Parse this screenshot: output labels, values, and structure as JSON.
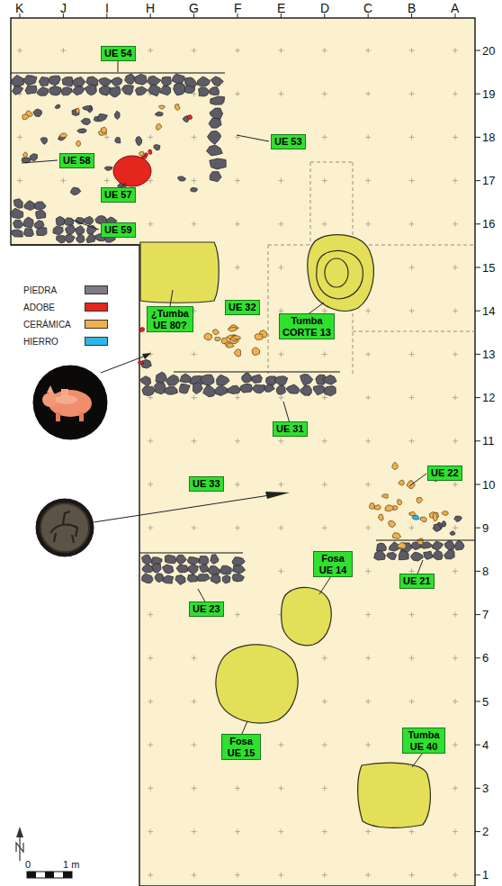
{
  "diagram": {
    "nodes": [
      {
        "text": [
          "UE 54"
        ]
      },
      {
        "text": [
          "UE 53"
        ]
      },
      {
        "text": [
          "UE 58"
        ]
      },
      {
        "text": [
          "UE 57"
        ]
      },
      {
        "text": [
          "UE 59"
        ]
      },
      {
        "text": [
          "¿Tumba UE 80?"
        ]
      },
      {
        "text": [
          "UE 32"
        ]
      },
      {
        "text": [
          "Tumba CORTE 13"
        ]
      },
      {
        "text": [
          "UE 31"
        ]
      },
      {
        "text": [
          "UE 33"
        ]
      },
      {
        "text": [
          "UE 22"
        ]
      },
      {
        "text": [
          "Fosa UE 14"
        ]
      },
      {
        "text": [
          "UE 21"
        ]
      },
      {
        "text": [
          "UE 23"
        ]
      },
      {
        "text": [
          "Fosa UE 15"
        ]
      },
      {
        "text": [
          "Tumba UE 40"
        ]
      }
    ],
    "labels": [
      "K",
      "J",
      "I",
      "H",
      "G",
      "F",
      "E",
      "D",
      "C",
      "B",
      "A",
      "20",
      "19",
      "18",
      "17",
      "16",
      "15",
      "14",
      "13",
      "12",
      "11",
      "10",
      "9",
      "8",
      "7",
      "6",
      "5",
      "4",
      "3",
      "2",
      "1",
      "0",
      "1 m"
    ],
    "legend": [
      {
        "text": "PIEDRA",
        "color": "#7d7b86"
      },
      {
        "text": "ADOBE",
        "color": "#e3261e"
      },
      {
        "text": "CERÁMICA",
        "color": "#f2b04a"
      },
      {
        "text": "HIERRO",
        "color": "#2fb6e6"
      }
    ]
  }
}
